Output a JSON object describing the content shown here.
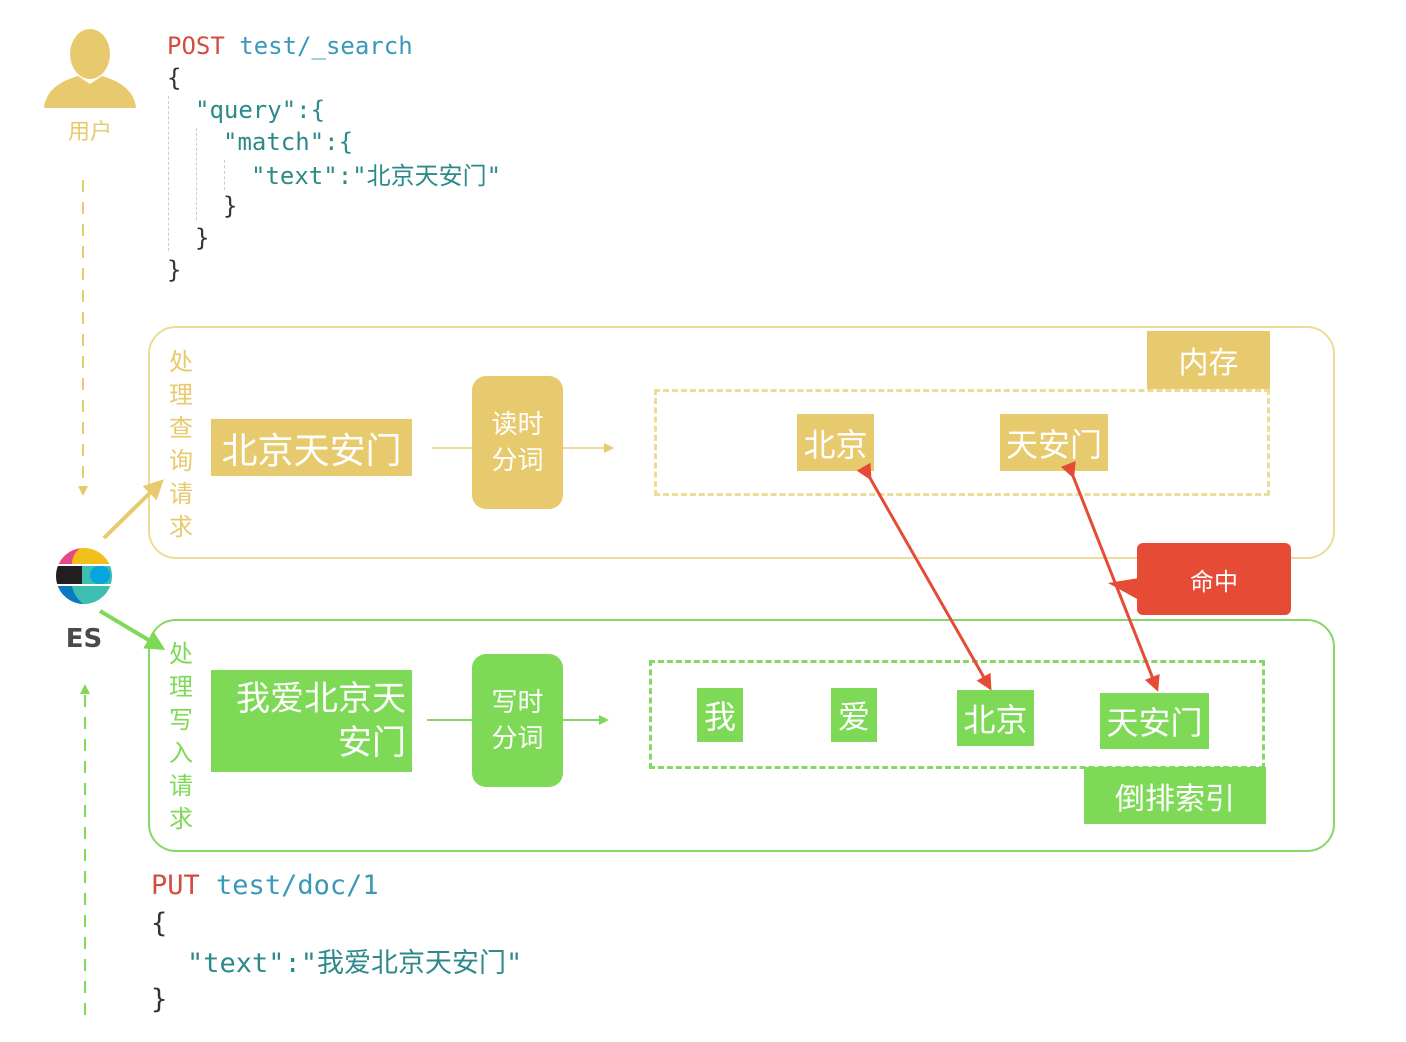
{
  "user": {
    "label": "用户",
    "icon": "user-icon"
  },
  "es": {
    "label": "ES",
    "icon": "elasticsearch-logo-icon"
  },
  "query_request": {
    "method": "POST",
    "path": "test/_search",
    "lines": [
      "{",
      "\"query\":{",
      "\"match\":{",
      "\"text\":\"北京天安门\"",
      "}",
      "}",
      "}"
    ]
  },
  "write_request": {
    "method": "PUT",
    "path": "test/doc/1",
    "lines": [
      "{",
      "\"text\":\"我爱北京天安门\"",
      "}"
    ]
  },
  "query_panel": {
    "label": "处理查询请求",
    "input_text": "北京天安门",
    "tokenizer_label": [
      "读时",
      "分词"
    ],
    "memory_label": "内存",
    "tokens": [
      "北京",
      "天安门"
    ]
  },
  "write_panel": {
    "label": "处理写入请求",
    "input_text": [
      "我爱北京天",
      "安门"
    ],
    "tokenizer_label": [
      "写时",
      "分词"
    ],
    "index_label": "倒排索引",
    "tokens": [
      "我",
      "爱",
      "北京",
      "天安门"
    ]
  },
  "hit_label": "命中",
  "colors": {
    "query": "#e8ca6e",
    "query_border": "#ecdc98",
    "write": "#7ed957",
    "write_border": "#86d866",
    "hit": "#e54b35",
    "es_label": "#4a4a4a"
  }
}
